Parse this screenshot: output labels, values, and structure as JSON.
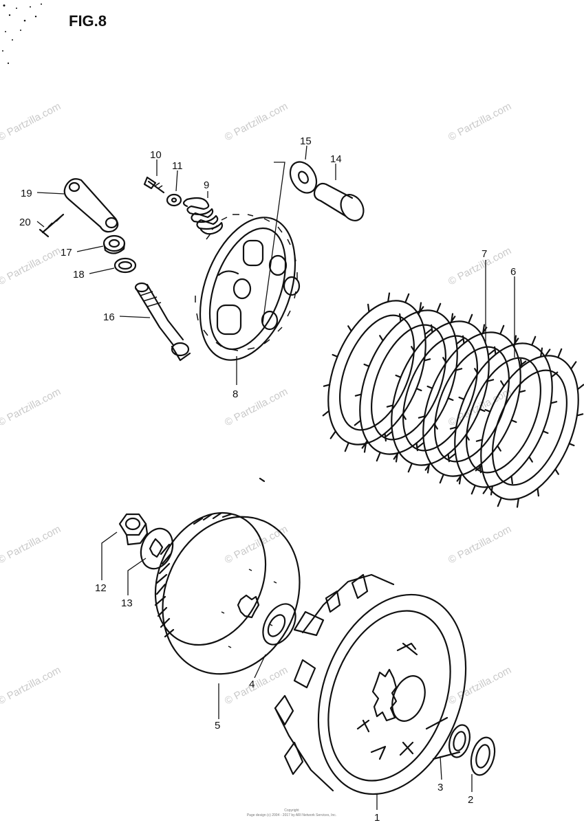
{
  "figure_title": "FIG.8",
  "watermark": "© Partzilla.com",
  "footer": {
    "line1": "Copyright",
    "line2": "Page design (c) 2004 - 2017 by ARI Network Services, Inc."
  },
  "callouts": [
    "1",
    "2",
    "3",
    "4",
    "5",
    "6",
    "7",
    "8",
    "9",
    "10",
    "11",
    "12",
    "13",
    "14",
    "15",
    "16",
    "17",
    "18",
    "19",
    "20"
  ]
}
